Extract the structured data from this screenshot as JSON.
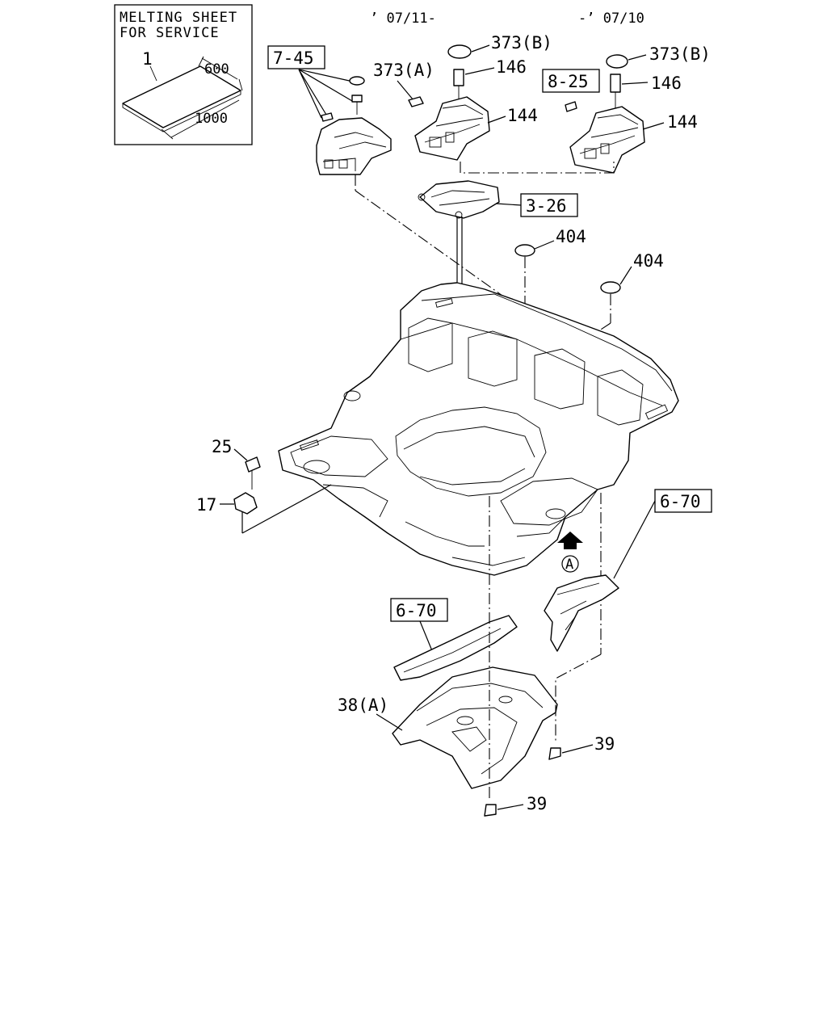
{
  "legend_box": {
    "title_line1": "MELTING SHEET",
    "title_line2": "FOR SERVICE",
    "part_no": "1",
    "dim_width": "600",
    "dim_length": "1000"
  },
  "headers": {
    "left": "’ 07/11-",
    "right": "-’ 07/10"
  },
  "refs": {
    "r_7_45": "7-45",
    "r_8_25": "8-25",
    "r_3_26": "3-26",
    "r_6_70_right": "6-70",
    "r_6_70_left": "6-70"
  },
  "callouts": {
    "c373b_left": "373(B)",
    "c373a": "373(A)",
    "c146_left": "146",
    "c144_left": "144",
    "c373b_right": "373(B)",
    "c146_right": "146",
    "c144_right": "144",
    "c404_left": "404",
    "c404_right": "404",
    "c25": "25",
    "c17": "17",
    "c38a": "38(A)",
    "c39_upper": "39",
    "c39_lower": "39",
    "view_marker": "A"
  }
}
